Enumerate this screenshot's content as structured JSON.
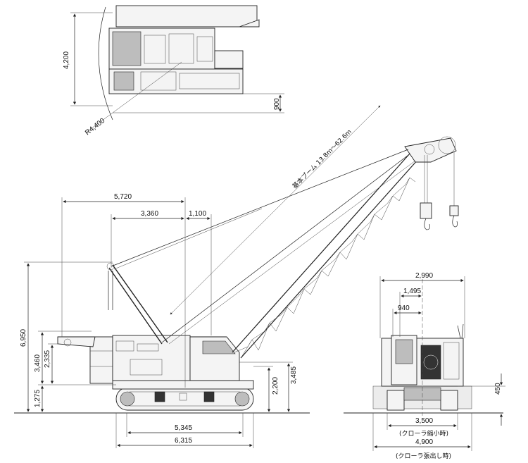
{
  "top_view": {
    "width_dim": "4,200",
    "offset_dim": "900",
    "radius_dim": "R4,400"
  },
  "side_view": {
    "dim_5720": "5,720",
    "dim_3360": "3,360",
    "dim_1100": "1,100",
    "dim_6950": "6,950",
    "dim_2335": "2,335",
    "dim_3460": "3,460",
    "dim_1275": "1,275",
    "dim_2200": "2,200",
    "dim_3485": "3,485",
    "dim_5345": "5,345",
    "dim_6315": "6,315",
    "boom_label": "基本ブーム 13.8m〜62.6m"
  },
  "front_view": {
    "dim_2990": "2,990",
    "dim_1495": "1,495",
    "dim_940": "940",
    "dim_450": "450",
    "dim_3500": "3,500",
    "label_retracted": "(クローラ縮小時)",
    "dim_4900": "4,900",
    "label_extended": "(クローラ張出し時)"
  }
}
